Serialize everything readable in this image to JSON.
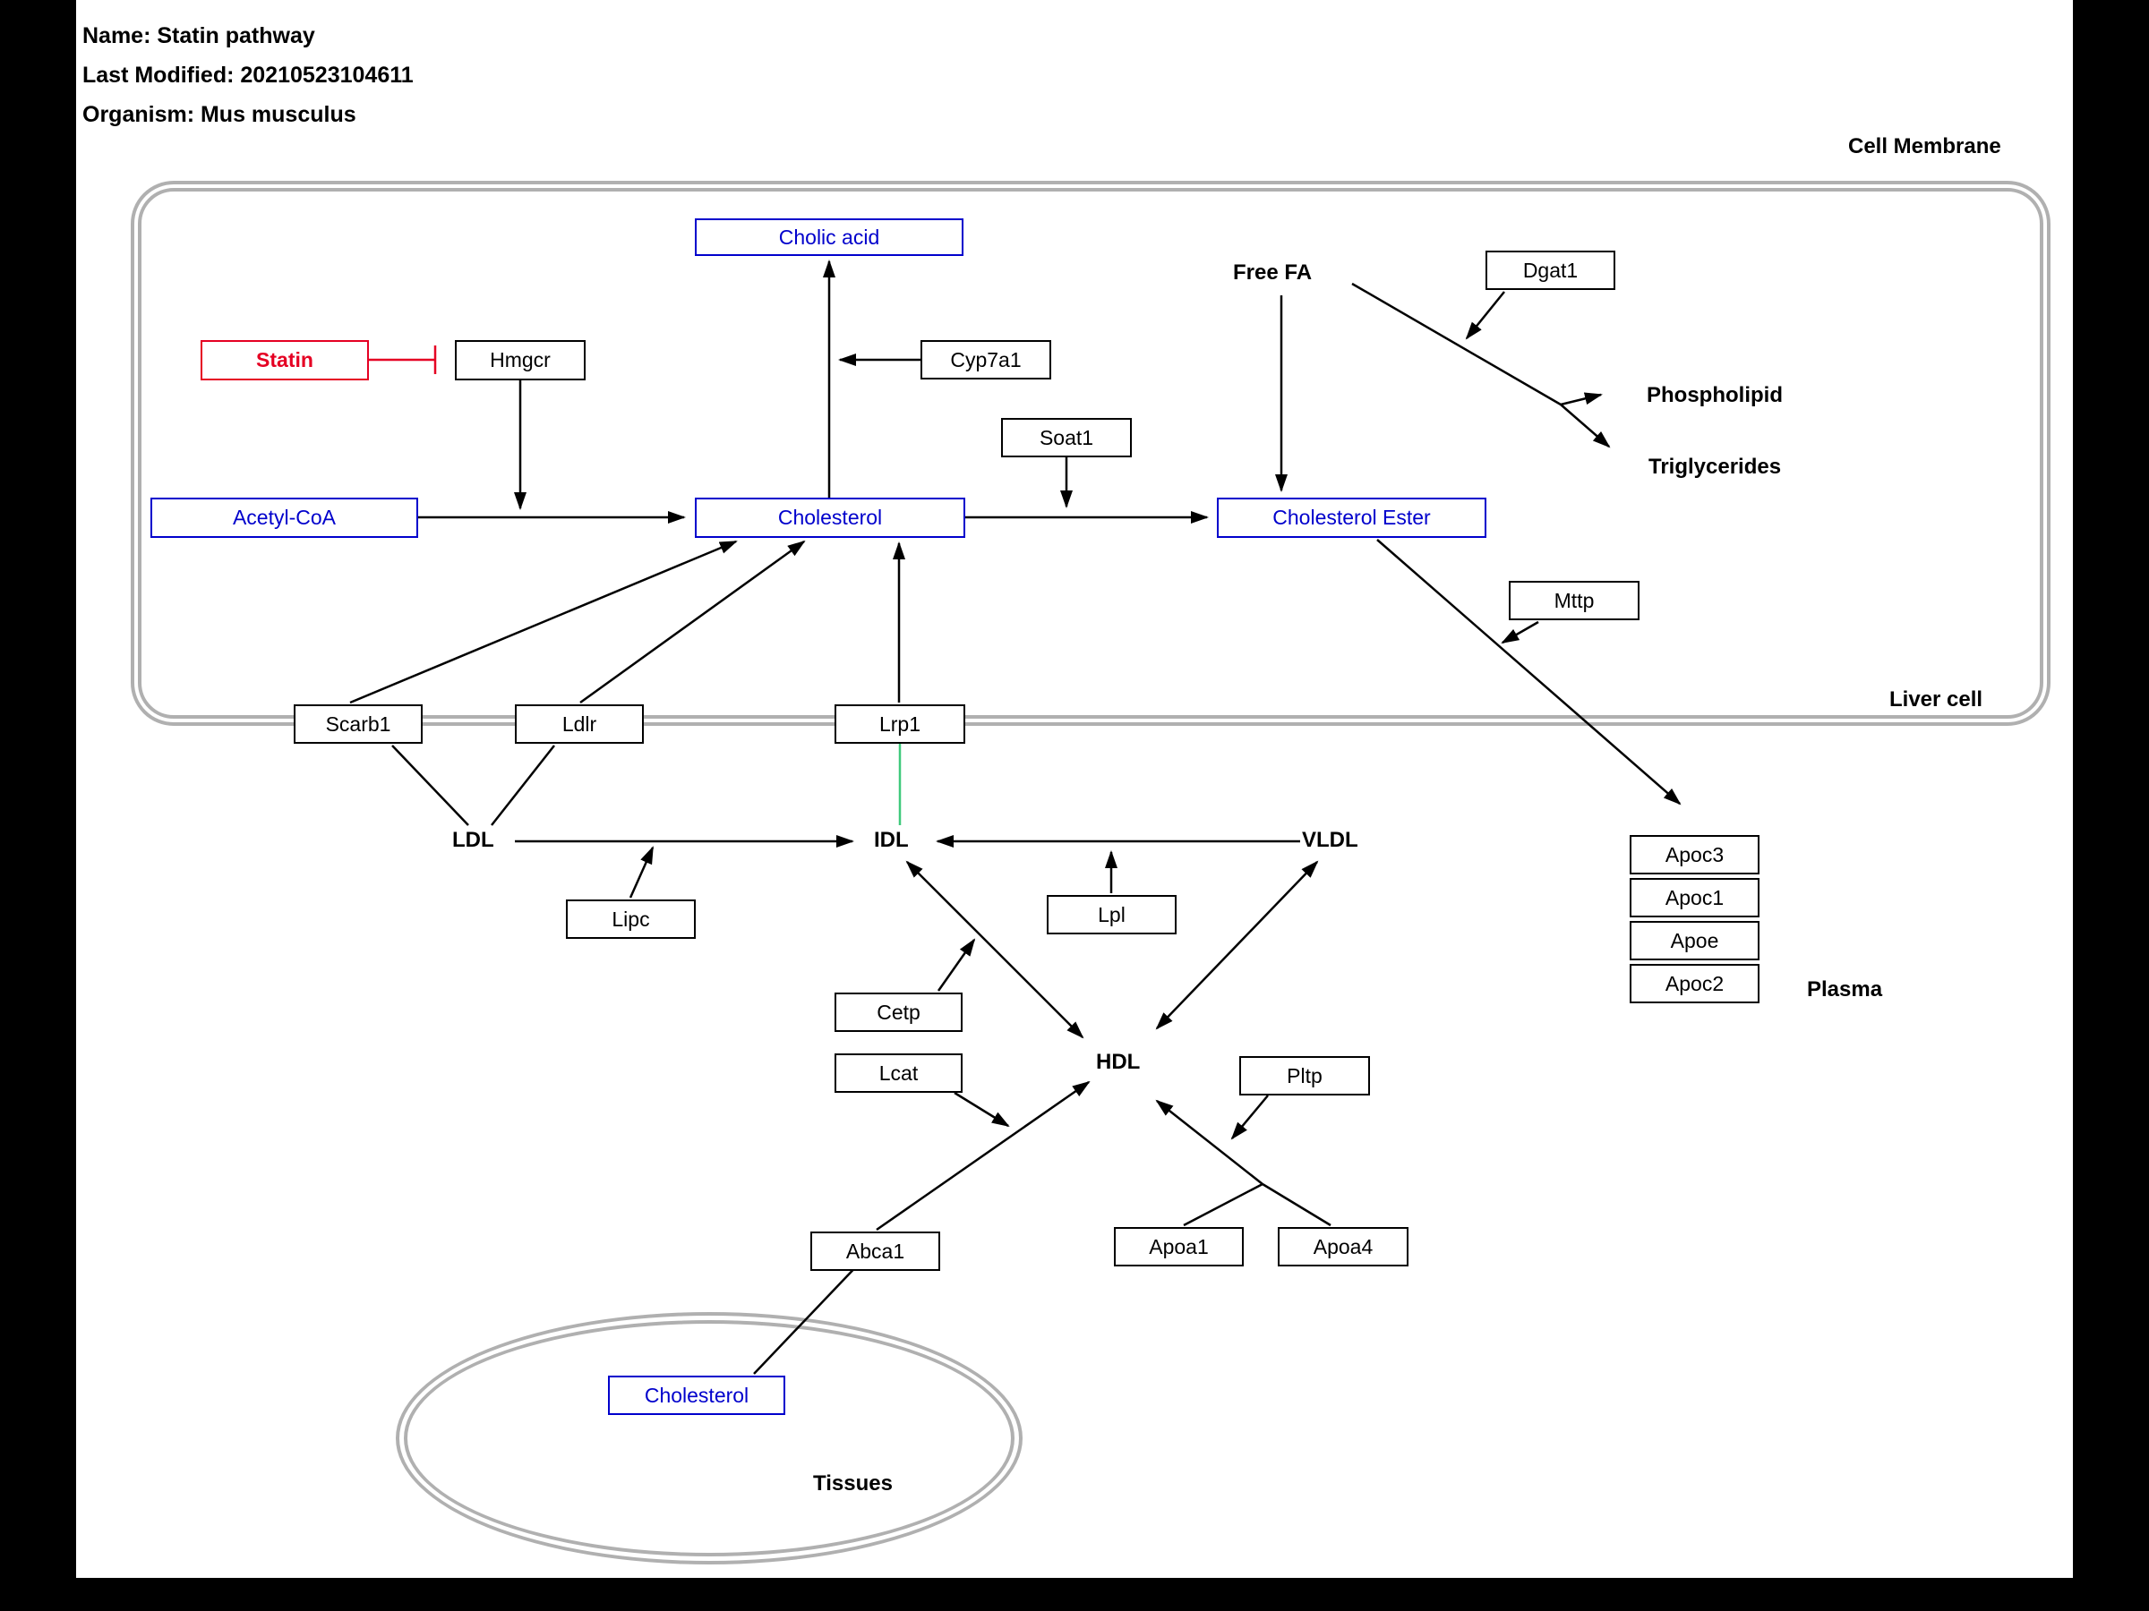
{
  "header": {
    "name": "Name: Statin pathway",
    "last_modified": "Last Modified: 20210523104611",
    "organism": "Organism: Mus musculus"
  },
  "labels": {
    "cell_membrane": "Cell Membrane",
    "liver_cell": "Liver cell",
    "plasma": "Plasma",
    "tissues": "Tissues",
    "free_fa": "Free FA",
    "phospholipid": "Phospholipid",
    "triglycerides": "Triglycerides",
    "ldl": "LDL",
    "idl": "IDL",
    "vldl": "VLDL",
    "hdl": "HDL"
  },
  "nodes": {
    "statin": "Statin",
    "hmgcr": "Hmgcr",
    "cyp7a1": "Cyp7a1",
    "soat1": "Soat1",
    "dgat1": "Dgat1",
    "mttp": "Mttp",
    "scarb1": "Scarb1",
    "ldlr": "Ldlr",
    "lrp1": "Lrp1",
    "lipc": "Lipc",
    "lpl": "Lpl",
    "cetp": "Cetp",
    "lcat": "Lcat",
    "pltp": "Pltp",
    "abca1": "Abca1",
    "apoa1": "Apoa1",
    "apoa4": "Apoa4",
    "apoc3": "Apoc3",
    "apoc1": "Apoc1",
    "apoe": "Apoe",
    "apoc2": "Apoc2",
    "cholic_acid": "Cholic acid",
    "acetyl_coa": "Acetyl-CoA",
    "cholesterol": "Cholesterol",
    "cholesterol_ester": "Cholesterol Ester",
    "cholesterol_tissues": "Cholesterol"
  },
  "colors": {
    "metabolite": "#0000cc",
    "inhibitor": "#e50023",
    "membrane": "#b0b0b0",
    "edge": "#000000",
    "green_edge": "#3fc97c",
    "canvas_bg": "#ffffff",
    "frame_bg": "#000000"
  }
}
